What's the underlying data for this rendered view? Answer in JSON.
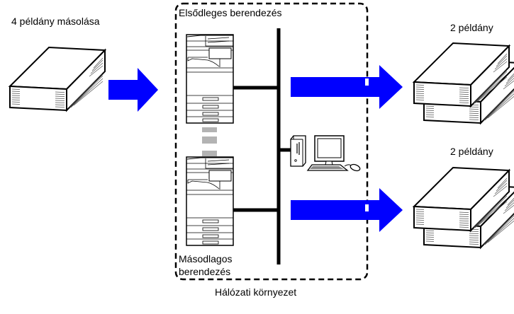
{
  "labels": {
    "source": "4 példány másolása",
    "primary_device": "Elsődleges berendezés",
    "secondary_device_line1": "Másodlagos",
    "secondary_device_line2": "berendezés",
    "network": "Hálózati környezet",
    "output_top": "2 példány",
    "output_bottom": "2 példány"
  },
  "colors": {
    "arrow": "#0000ff",
    "separator": "#b3b3b3",
    "line": "#000000"
  },
  "icons": {
    "source_stack": "paper-stack-icon",
    "primary_copier": "copier-icon",
    "secondary_copier": "copier-icon",
    "computer": "desktop-computer-icon",
    "output_top": "double-paper-stack-icon",
    "output_bottom": "double-paper-stack-icon"
  }
}
